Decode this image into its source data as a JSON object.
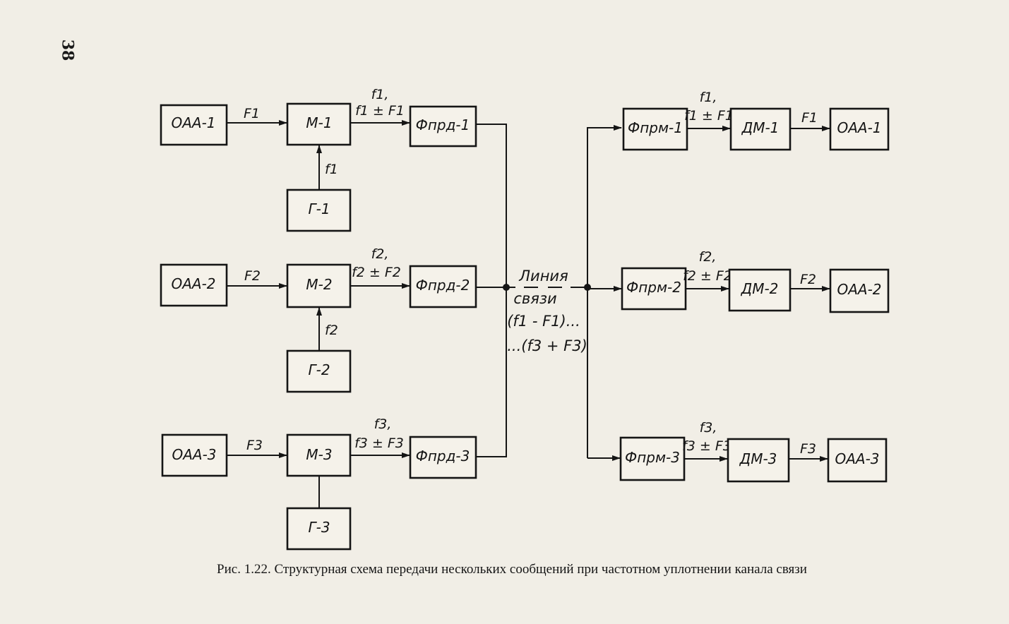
{
  "page_number": "38",
  "transmitter": {
    "channels": [
      {
        "source": "ОАА-1",
        "baseband": "F1",
        "modulator": "М-1",
        "mod_out_1": "f1,",
        "mod_out_2": "f1 ± F1",
        "filter": "Фпрд-1",
        "generator": "Г-1",
        "carrier": "f1"
      },
      {
        "source": "ОАА-2",
        "baseband": "F2",
        "modulator": "М-2",
        "mod_out_1": "f2,",
        "mod_out_2": "f2 ± F2",
        "filter": "Фпрд-2",
        "generator": "Г-2",
        "carrier": "f2"
      },
      {
        "source": "ОАА-3",
        "baseband": "F3",
        "modulator": "М-3",
        "mod_out_1": "f3,",
        "mod_out_2": "f3 ± F3",
        "filter": "Фпрд-3",
        "generator": "Г-3"
      }
    ]
  },
  "line": {
    "label_1": "Линия",
    "label_2": "связи",
    "range_1": "(f1 - F1)...",
    "range_2": "...(f3 + F3)"
  },
  "receiver": {
    "channels": [
      {
        "filter": "Фпрм-1",
        "in_1": "f1,",
        "in_2": "f1 ± F1",
        "demod": "ДМ-1",
        "baseband": "F1",
        "sink": "ОАА-1"
      },
      {
        "filter": "Фпрм-2",
        "in_1": "f2,",
        "in_2": "f2 ± F2",
        "demod": "ДМ-2",
        "baseband": "F2",
        "sink": "ОАА-2"
      },
      {
        "filter": "Фпрм-3",
        "in_1": "f3,",
        "in_2": "f3 ± F3",
        "demod": "ДМ-3",
        "baseband": "F3",
        "sink": "ОАА-3"
      }
    ]
  },
  "caption": "Рис. 1.22. Структурная схема передачи нескольких сообщений при частотном уплотнении канала связи"
}
